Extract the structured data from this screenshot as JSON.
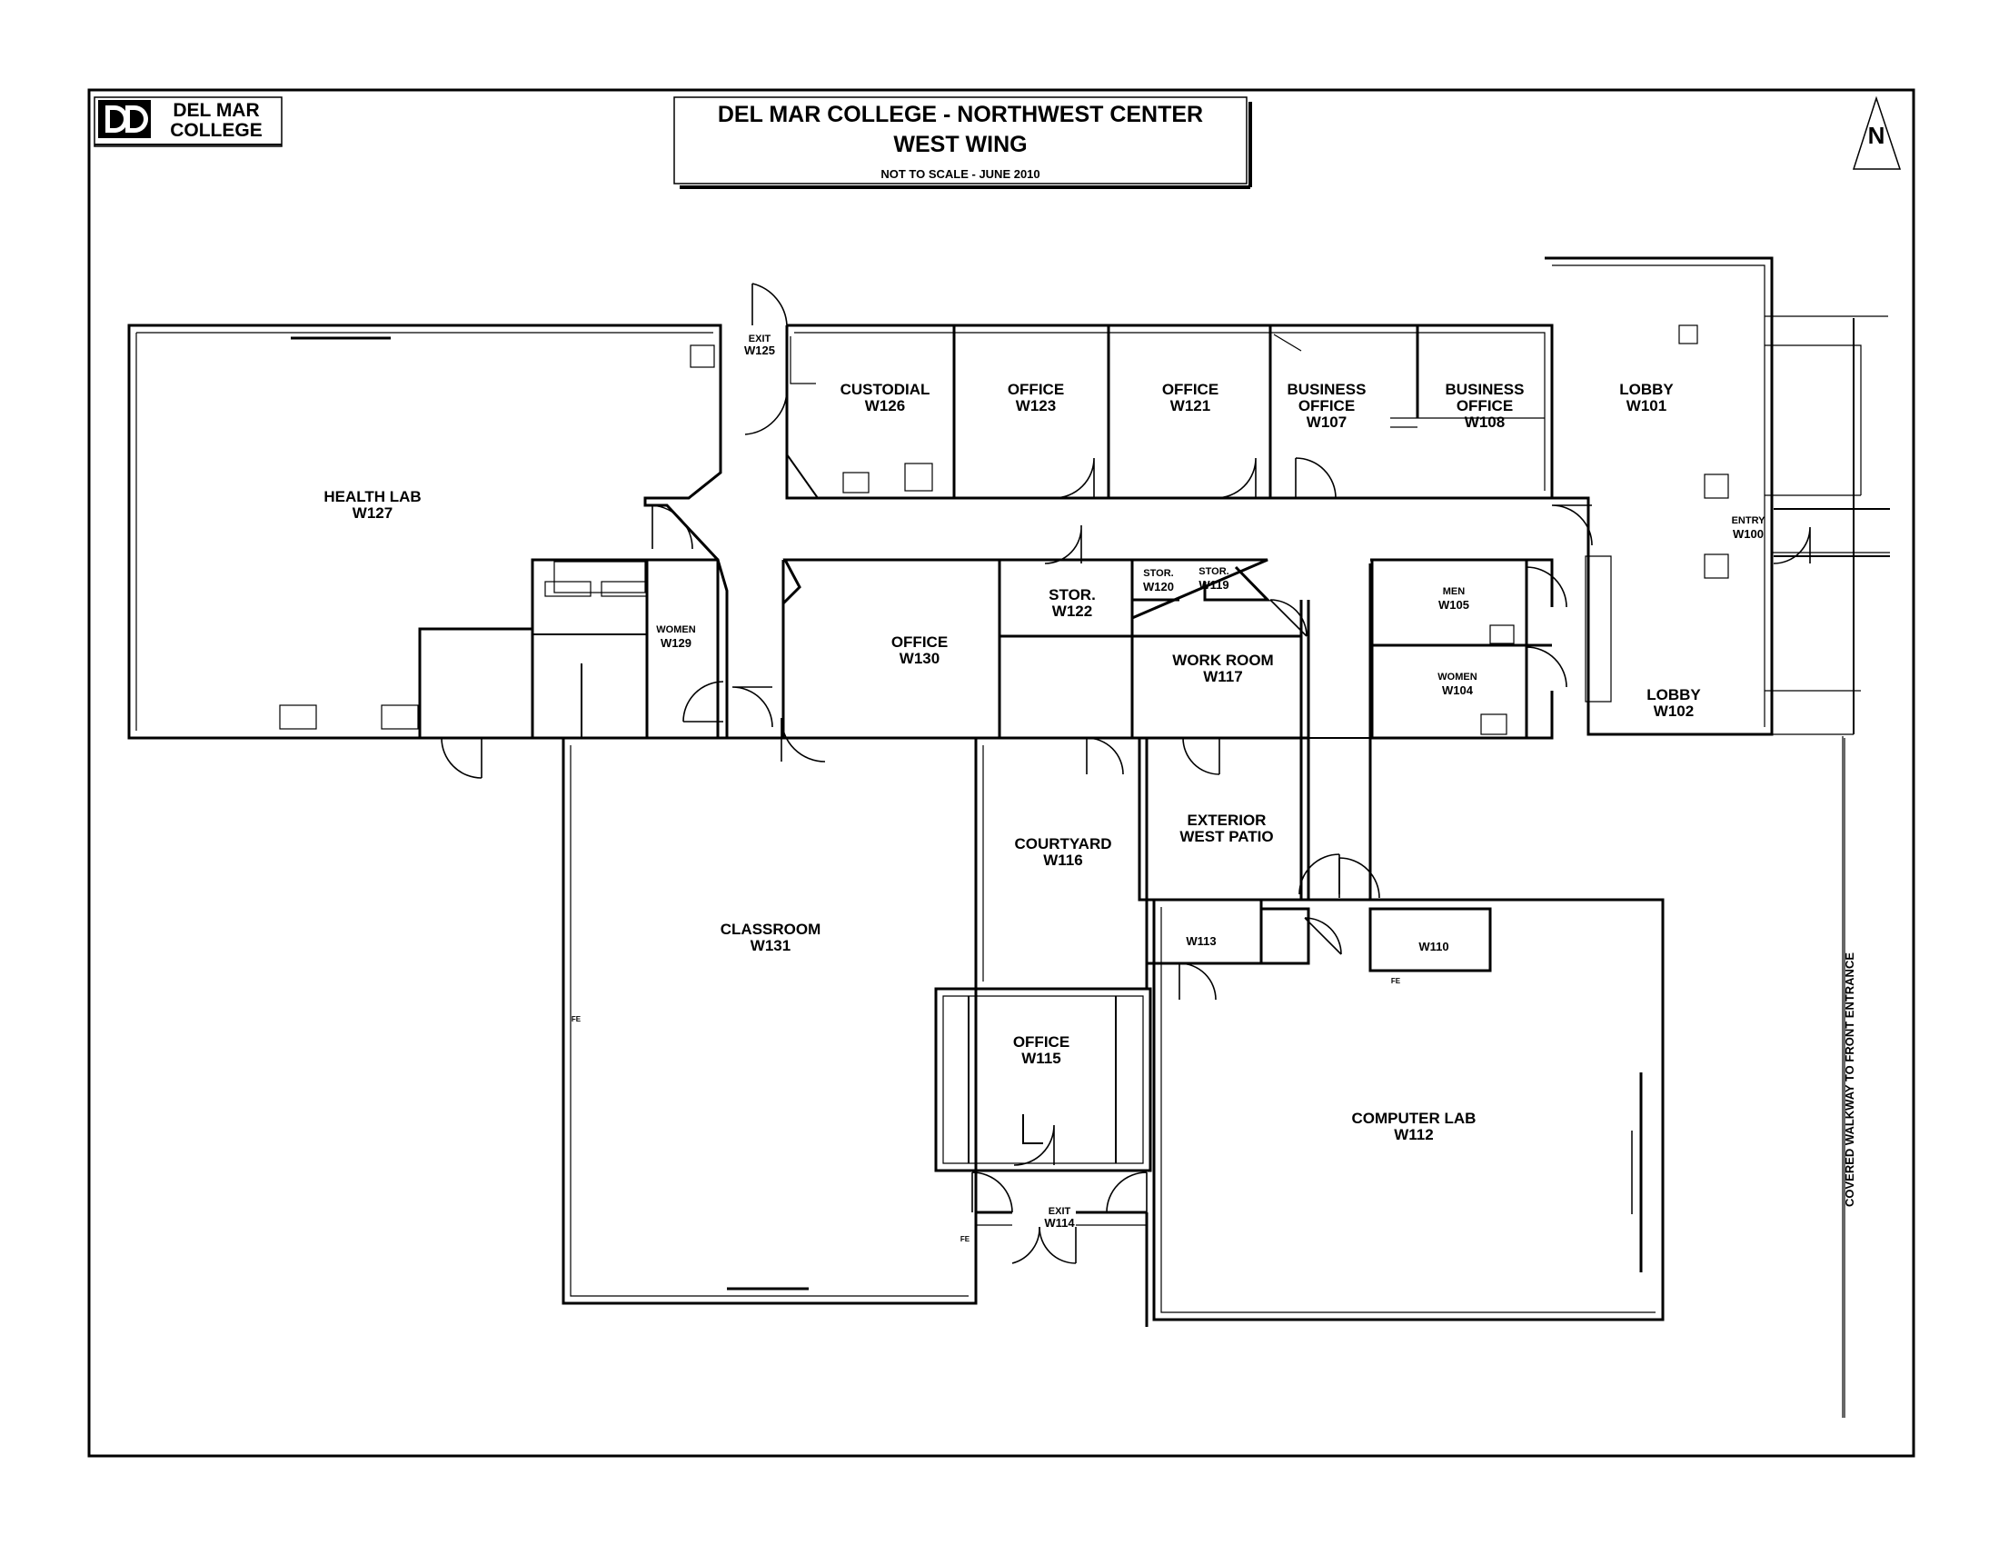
{
  "header": {
    "logo_line1": "DEL MAR",
    "logo_line2": "COLLEGE",
    "title": "DEL MAR COLLEGE - NORTHWEST CENTER",
    "subtitle": "WEST WING",
    "note": "NOT TO SCALE - JUNE 2010",
    "north_letter": "N"
  },
  "rooms": {
    "health_lab": [
      "HEALTH LAB",
      "W127"
    ],
    "exit_w125": [
      "EXIT",
      "W125"
    ],
    "custodial": [
      "CUSTODIAL",
      "W126"
    ],
    "office_w123": [
      "OFFICE",
      "W123"
    ],
    "office_w121": [
      "OFFICE",
      "W121"
    ],
    "business_w107": [
      "BUSINESS",
      "OFFICE",
      "W107"
    ],
    "business_w108": [
      "BUSINESS",
      "OFFICE",
      "W108"
    ],
    "lobby_w101": [
      "LOBBY",
      "W101"
    ],
    "entry_w100": [
      "ENTRY",
      "W100"
    ],
    "women_w129": [
      "WOMEN",
      "W129"
    ],
    "office_w130": [
      "OFFICE",
      "W130"
    ],
    "stor_w122": [
      "STOR.",
      "W122"
    ],
    "stor_w120": [
      "STOR.",
      "W120"
    ],
    "stor_w119": [
      "STOR.",
      "W119"
    ],
    "work_room": [
      "WORK ROOM",
      "W117"
    ],
    "men_w105": [
      "MEN",
      "W105"
    ],
    "women_w104": [
      "WOMEN",
      "W104"
    ],
    "lobby_w102": [
      "LOBBY",
      "W102"
    ],
    "courtyard": [
      "COURTYARD",
      "W116"
    ],
    "west_patio": [
      "EXTERIOR",
      "WEST PATIO"
    ],
    "classroom": [
      "CLASSROOM",
      "W131"
    ],
    "w113": [
      "W113"
    ],
    "w110": [
      "W110"
    ],
    "office_w115": [
      "OFFICE",
      "W115"
    ],
    "computer_lab": [
      "COMPUTER LAB",
      "W112"
    ],
    "exit_w114": [
      "EXIT",
      "W114"
    ]
  },
  "walkway_label": "COVERED WALKWAY TO FRONT ENTRANCE",
  "fe_marks": [
    "FE",
    "FE",
    "FE"
  ]
}
